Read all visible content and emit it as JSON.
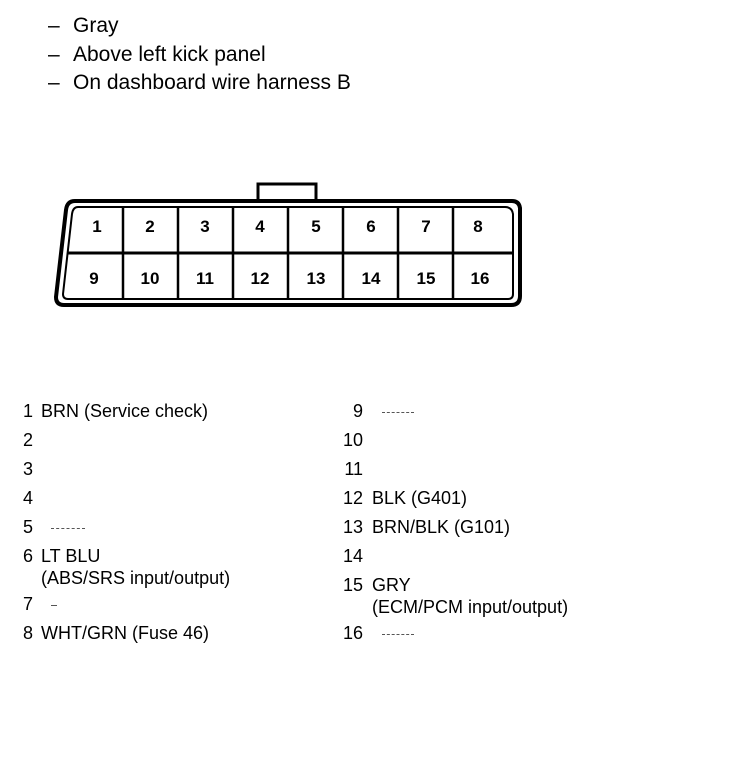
{
  "notes": [
    "Gray",
    "Above left kick panel",
    "On dashboard wire harness B"
  ],
  "note_dash": "–",
  "connector": {
    "top_row": [
      "1",
      "2",
      "3",
      "4",
      "5",
      "6",
      "7",
      "8"
    ],
    "bottom_row": [
      "9",
      "10",
      "11",
      "12",
      "13",
      "14",
      "15",
      "16"
    ]
  },
  "pins_left": [
    {
      "num": "1",
      "desc": "BRN (Service check)",
      "desc2": "",
      "blank": false
    },
    {
      "num": "2",
      "desc": "",
      "desc2": "",
      "blank": false
    },
    {
      "num": "3",
      "desc": "",
      "desc2": "",
      "blank": false
    },
    {
      "num": "4",
      "desc": "",
      "desc2": "",
      "blank": false
    },
    {
      "num": "5",
      "desc": "",
      "desc2": "",
      "blank": true
    },
    {
      "num": "6",
      "desc": "LT BLU",
      "desc2": "(ABS/SRS input/output)",
      "blank": false
    },
    {
      "num": "7",
      "desc": "",
      "desc2": "",
      "blank": true
    },
    {
      "num": "8",
      "desc": "WHT/GRN (Fuse 46)",
      "desc2": "",
      "blank": false
    }
  ],
  "pins_right": [
    {
      "num": "9",
      "desc": "",
      "desc2": "",
      "blank": true
    },
    {
      "num": "10",
      "desc": "",
      "desc2": "",
      "blank": false
    },
    {
      "num": "11",
      "desc": "",
      "desc2": "",
      "blank": false
    },
    {
      "num": "12",
      "desc": "BLK (G401)",
      "desc2": "",
      "blank": false
    },
    {
      "num": "13",
      "desc": "BRN/BLK (G101)",
      "desc2": "",
      "blank": false
    },
    {
      "num": "14",
      "desc": "",
      "desc2": "",
      "blank": false
    },
    {
      "num": "15",
      "desc": "GRY",
      "desc2": "(ECM/PCM input/output)",
      "blank": false
    },
    {
      "num": "16",
      "desc": "",
      "desc2": "",
      "blank": true
    }
  ]
}
